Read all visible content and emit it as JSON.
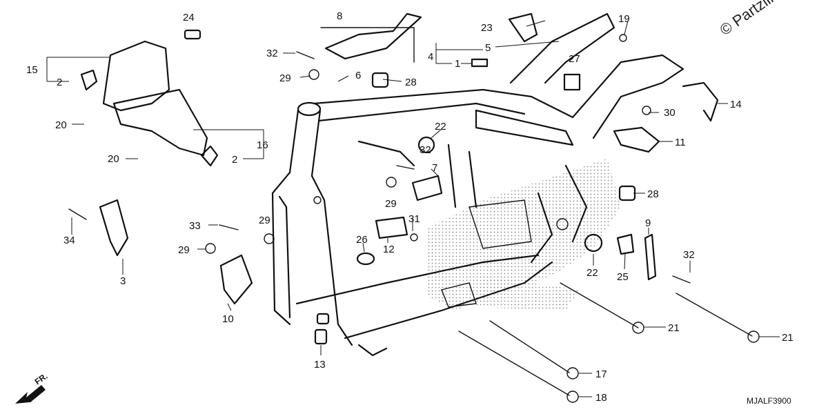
{
  "watermark": "© Partzilla",
  "diagram_code": "MJALF3900",
  "front_indicator": "FR.",
  "callouts": [
    {
      "id": "c-24",
      "label": "24"
    },
    {
      "id": "c-15",
      "label": "15"
    },
    {
      "id": "c-2a",
      "label": "2"
    },
    {
      "id": "c-20a",
      "label": "20"
    },
    {
      "id": "c-20b",
      "label": "20"
    },
    {
      "id": "c-16",
      "label": "16"
    },
    {
      "id": "c-2b",
      "label": "2"
    },
    {
      "id": "c-8",
      "label": "8"
    },
    {
      "id": "c-32a",
      "label": "32"
    },
    {
      "id": "c-29a",
      "label": "29"
    },
    {
      "id": "c-6",
      "label": "6"
    },
    {
      "id": "c-28a",
      "label": "28"
    },
    {
      "id": "c-23",
      "label": "23"
    },
    {
      "id": "c-4",
      "label": "4"
    },
    {
      "id": "c-5",
      "label": "5"
    },
    {
      "id": "c-1",
      "label": "1"
    },
    {
      "id": "c-27",
      "label": "27"
    },
    {
      "id": "c-19",
      "label": "19"
    },
    {
      "id": "c-14",
      "label": "14"
    },
    {
      "id": "c-30",
      "label": "30"
    },
    {
      "id": "c-11",
      "label": "11"
    },
    {
      "id": "c-22a",
      "label": "22"
    },
    {
      "id": "c-32b",
      "label": "32"
    },
    {
      "id": "c-7",
      "label": "7"
    },
    {
      "id": "c-29b",
      "label": "29"
    },
    {
      "id": "c-28b",
      "label": "28"
    },
    {
      "id": "c-34",
      "label": "34"
    },
    {
      "id": "c-3",
      "label": "3"
    },
    {
      "id": "c-33",
      "label": "33"
    },
    {
      "id": "c-29c",
      "label": "29"
    },
    {
      "id": "c-31",
      "label": "31"
    },
    {
      "id": "c-12",
      "label": "12"
    },
    {
      "id": "c-26",
      "label": "26"
    },
    {
      "id": "c-29d",
      "label": "29"
    },
    {
      "id": "c-10",
      "label": "10"
    },
    {
      "id": "c-13",
      "label": "13"
    },
    {
      "id": "c-9",
      "label": "9"
    },
    {
      "id": "c-32c",
      "label": "32"
    },
    {
      "id": "c-22b",
      "label": "22"
    },
    {
      "id": "c-25",
      "label": "25"
    },
    {
      "id": "c-21a",
      "label": "21"
    },
    {
      "id": "c-21b",
      "label": "21"
    },
    {
      "id": "c-17",
      "label": "17"
    },
    {
      "id": "c-18",
      "label": "18"
    }
  ]
}
